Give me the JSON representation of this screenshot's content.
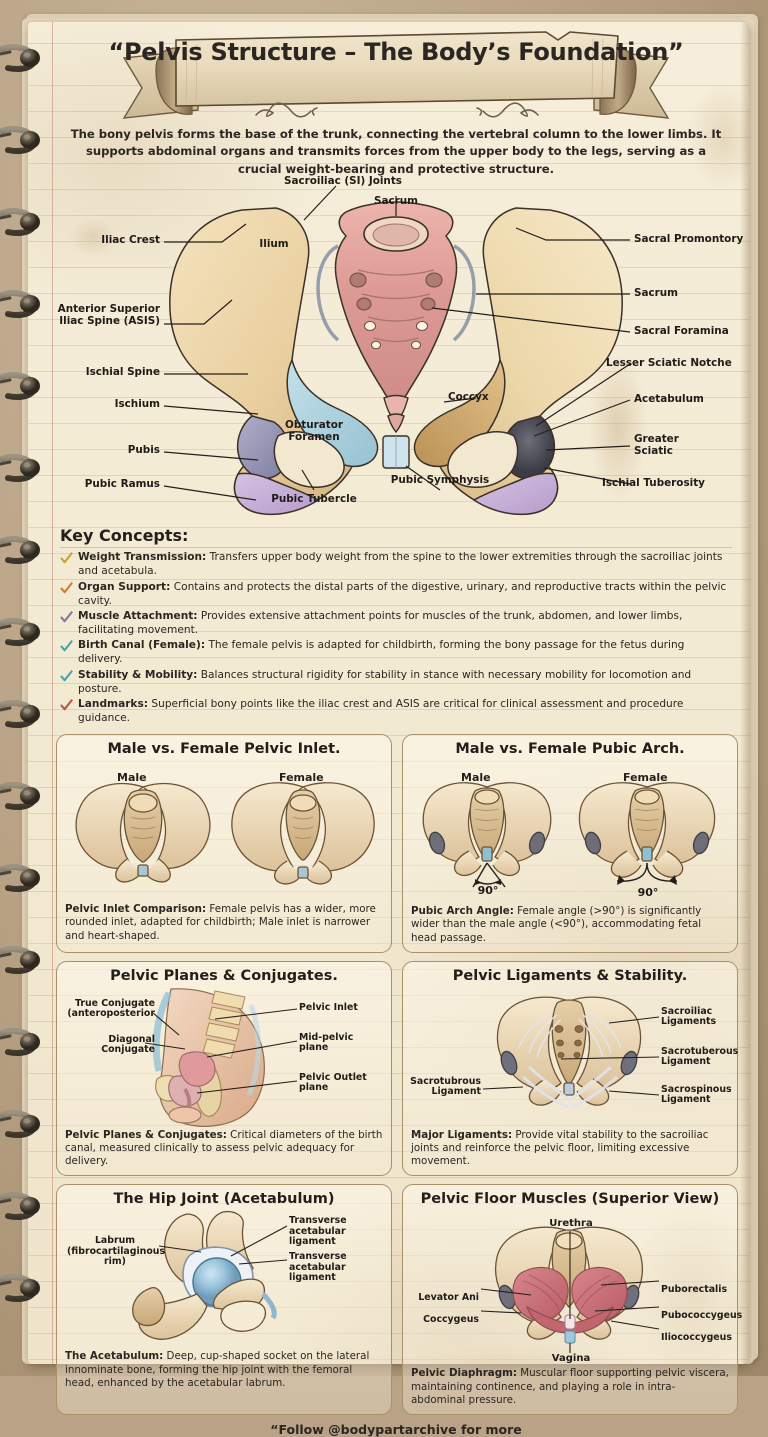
{
  "header": {
    "title": "“Pelvis Structure – The Body’s Foundation”",
    "intro": "The bony pelvis forms the base of the trunk, connecting the vertebral column to the lower limbs. It supports abdominal organs and transmits forces from the upper body to the legs, serving as a crucial weight-bearing and protective structure."
  },
  "hero": {
    "labels_left": [
      {
        "text": "Iliac Crest"
      },
      {
        "text": "Anterior Superior Iliac Spine (ASIS)"
      },
      {
        "text": "Ischial Spine"
      },
      {
        "text": "Ischium"
      },
      {
        "text": "Pubis"
      },
      {
        "text": "Pubic Ramus"
      }
    ],
    "labels_top": [
      {
        "text": "Sacroiliac (SI) Joints"
      },
      {
        "text": "Sacrum"
      }
    ],
    "labels_inner": [
      {
        "text": "Ilium"
      },
      {
        "text": "Obturator Foramen"
      },
      {
        "text": "Coccyx"
      }
    ],
    "labels_bottom": [
      {
        "text": "Pubic Tubercle"
      },
      {
        "text": "Pubic Symphysis"
      }
    ],
    "labels_right": [
      {
        "text": "Sacral Promontory"
      },
      {
        "text": "Sacrum"
      },
      {
        "text": "Sacral Foramina"
      },
      {
        "text": "Lesser Sciatic Notche"
      },
      {
        "text": "Acetabulum"
      },
      {
        "text": "Greater Sciatic"
      },
      {
        "text": "Ischial Tuberosity"
      }
    ]
  },
  "key_concepts": {
    "heading": "Key Concepts:",
    "items": [
      {
        "check_color": "#c9a13c",
        "term": "Weight Transmission:",
        "text": " Transfers upper body weight from the spine to the lower extremities through the sacroiliac joints and acetabula."
      },
      {
        "check_color": "#cf7a3a",
        "term": "Organ Support:",
        "text": " Contains and protects the distal parts of the digestive, urinary, and reproductive tracts within the pelvic cavity."
      },
      {
        "check_color": "#8b6fae",
        "term": "Muscle Attachment:",
        "text": " Provides extensive attachment points for muscles of the trunk, abdomen, and lower limbs, facilitating movement."
      },
      {
        "check_color": "#4aa3ae",
        "term": "Birth Canal (Female):",
        "text": " The female pelvis is adapted for childbirth, forming the bony passage for the fetus during delivery."
      },
      {
        "check_color": "#4aa3ae",
        "term": "Stability & Mobility:",
        "text": " Balances structural rigidity for stability in stance with necessary mobility for locomotion and posture."
      },
      {
        "check_color": "#c2513f",
        "term": "Landmarks:",
        "text": " Superficial bony points like the iliac crest and ASIS are critical for clinical assessment and procedure guidance."
      }
    ]
  },
  "panels": [
    {
      "id": "pelvic-inlet",
      "title": "Male vs. Female Pelvic Inlet.",
      "sub_left": "Male",
      "sub_right": "Female",
      "caption_term": "Pelvic Inlet Comparison:",
      "caption_text": " Female pelvis has a wider, more rounded inlet, adapted for childbirth; Male inlet is narrower and heart-shaped."
    },
    {
      "id": "pubic-arch",
      "title": "Male vs. Female Pubic Arch.",
      "sub_left": "Male",
      "sub_right": "Female",
      "angle_left": "90°",
      "angle_right": "90°",
      "caption_term": "Pubic Arch Angle:",
      "caption_text": " Female angle (>90°) is significantly wider than the male angle (<90°), accommodating fetal head passage."
    },
    {
      "id": "pelvic-planes",
      "title": "Pelvic Planes & Conjugates.",
      "labels": [
        {
          "text": "True Conjugate (anteroposterior"
        },
        {
          "text": "Diagonal Conjugate"
        },
        {
          "text": "Pelvic Inlet"
        },
        {
          "text": "Mid-pelvic plane"
        },
        {
          "text": "Pelvic Outlet plane"
        }
      ],
      "caption_term": "Pelvic Planes & Conjugates:",
      "caption_text": " Critical diameters of the birth canal, measured clinically to assess pelvic adequacy for delivery."
    },
    {
      "id": "pelvic-ligaments",
      "title": "Pelvic Ligaments & Stability.",
      "labels": [
        {
          "text": "Sacroiliac Ligaments"
        },
        {
          "text": "Sacrotuberous Ligament"
        },
        {
          "text": "Sacrospinous Ligament"
        },
        {
          "text": "Sacrotubrous Ligament"
        }
      ],
      "caption_term": "Major Ligaments:",
      "caption_text": " Provide vital stability to the sacroiliac joints and reinforce the pelvic floor, limiting excessive movement."
    },
    {
      "id": "hip-joint",
      "title": "The Hip Joint (Acetabulum)",
      "labels": [
        {
          "text": "Labrum (fibrocartilaginous rim)"
        },
        {
          "text": "Transverse acetabular ligament"
        },
        {
          "text": "Transverse acetabular ligament"
        }
      ],
      "caption_term": "The Acetabulum:",
      "caption_text": " Deep, cup-shaped socket on the lateral innominate bone, forming the hip joint with the femoral head, enhanced by the acetabular labrum."
    },
    {
      "id": "pelvic-floor",
      "title": "Pelvic Floor Muscles (Superior View)",
      "labels": [
        {
          "text": "Urethra"
        },
        {
          "text": "Levator Ani"
        },
        {
          "text": "Coccygeus"
        },
        {
          "text": "Puborectalis"
        },
        {
          "text": "Pubococcygeus"
        },
        {
          "text": "Iliococcygeus"
        },
        {
          "text": "Vagina"
        }
      ],
      "caption_term": "Pelvic Diaphragm:",
      "caption_text": " Muscular floor supporting pelvic viscera, maintaining continence, and playing a role in intra-abdominal pressure."
    }
  ],
  "footer": {
    "text": "“Follow @bodypartarchive for more"
  },
  "colors": {
    "paper": "#f3ead3",
    "ink": "#2b2621",
    "panel_border": "#a89069",
    "bone": "#efdcb6",
    "sacrum": "#e2a6a0",
    "ischium": "#9a9ab8",
    "pubis": "#c3aad2",
    "ramus": "#a8cdd8",
    "muscle": "#c9737b"
  }
}
